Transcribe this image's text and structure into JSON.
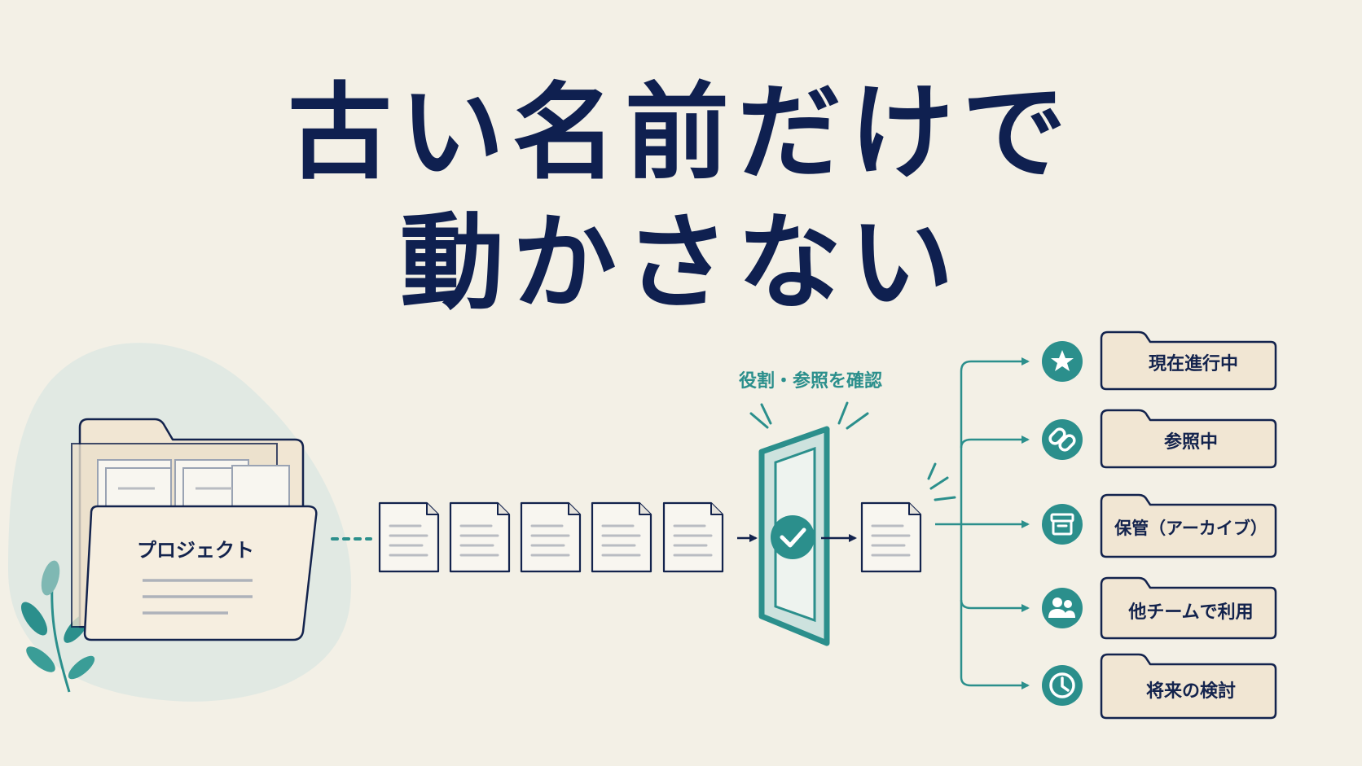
{
  "title": {
    "line1": "古い名前だけで",
    "line2": "動かさない"
  },
  "project_folder": {
    "label": "プロジェクト"
  },
  "check_gate": {
    "label": "役割・参照を確認"
  },
  "destinations": [
    {
      "label": "現在進行中",
      "icon": "star-icon"
    },
    {
      "label": "参照中",
      "icon": "link-icon"
    },
    {
      "label": "保管（アーカイブ）",
      "icon": "archive-box-icon"
    },
    {
      "label": "他チームで利用",
      "icon": "people-icon"
    },
    {
      "label": "将来の検討",
      "icon": "clock-icon"
    }
  ],
  "colors": {
    "background": "#f3f0e6",
    "title": "#0f2050",
    "teal": "#2b8f8c",
    "folder_fill": "#f1e6d3",
    "outline": "#13234d"
  }
}
